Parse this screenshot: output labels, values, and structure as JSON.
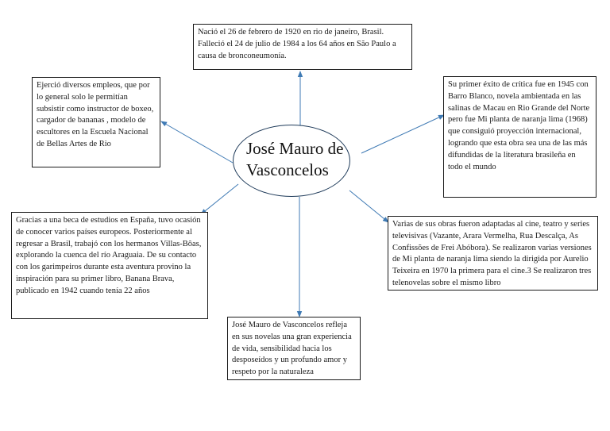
{
  "center": {
    "title": "José Mauro de Vasconcelos"
  },
  "colors": {
    "connector": "#3f7ab4",
    "box_border": "#1a1a1a",
    "ellipse_border": "#1f3b5a"
  },
  "nodes": {
    "top": "Nació el 26 de febrero de 1920 en rio de janeiro, Brasil. Falleció el 24 de julio de 1984 a los 64 años en São Paulo a causa de bronconeumonía.",
    "left_upper": "Ejerció diversos empleos, que por lo general solo le permitían subsistir como  instructor de boxeo, cargador de bananas , modelo de escultores en la Escuela Nacional de Bellas Artes de Rio",
    "right_upper": "Su primer éxito de crítica fue en 1945 con Barro Blanco, novela ambientada en las salinas de Macau en Rio Grande del Norte pero fue Mi planta de naranja lima (1968) que consiguió proyección internacional, logrando que esta obra sea una de las más difundidas de la literatura brasileña en todo el mundo",
    "left_lower": "Gracias a una beca de estudios en España, tuvo ocasión de conocer varios países europeos. Posteriormente al regresar a Brasil, trabajó con los hermanos Villas-Bôas, explorando la cuenca del río Araguaia. De su contacto con los garimpeiros durante esta aventura provino la inspiración para su primer libro, Banana Brava, publicado en 1942 cuando tenía 22 años",
    "right_lower": "Varias de sus obras fueron adaptadas al cine, teatro y series televisivas (Vazante, Arara Vermelha, Rua Descalça, As Confissões de Frei Abóbora). Se realizaron varias versiones de Mi planta de naranja lima siendo la dirigida por Aurelio Teixeira en 1970 la primera para el cine.3 Se realizaron tres telenovelas sobre el mismo libro",
    "bottom": "José Mauro de Vasconcelos refleja en sus novelas una gran experiencia de vida, sensibilidad hacia los desposeídos y un profundo amor y respeto por la naturaleza"
  }
}
